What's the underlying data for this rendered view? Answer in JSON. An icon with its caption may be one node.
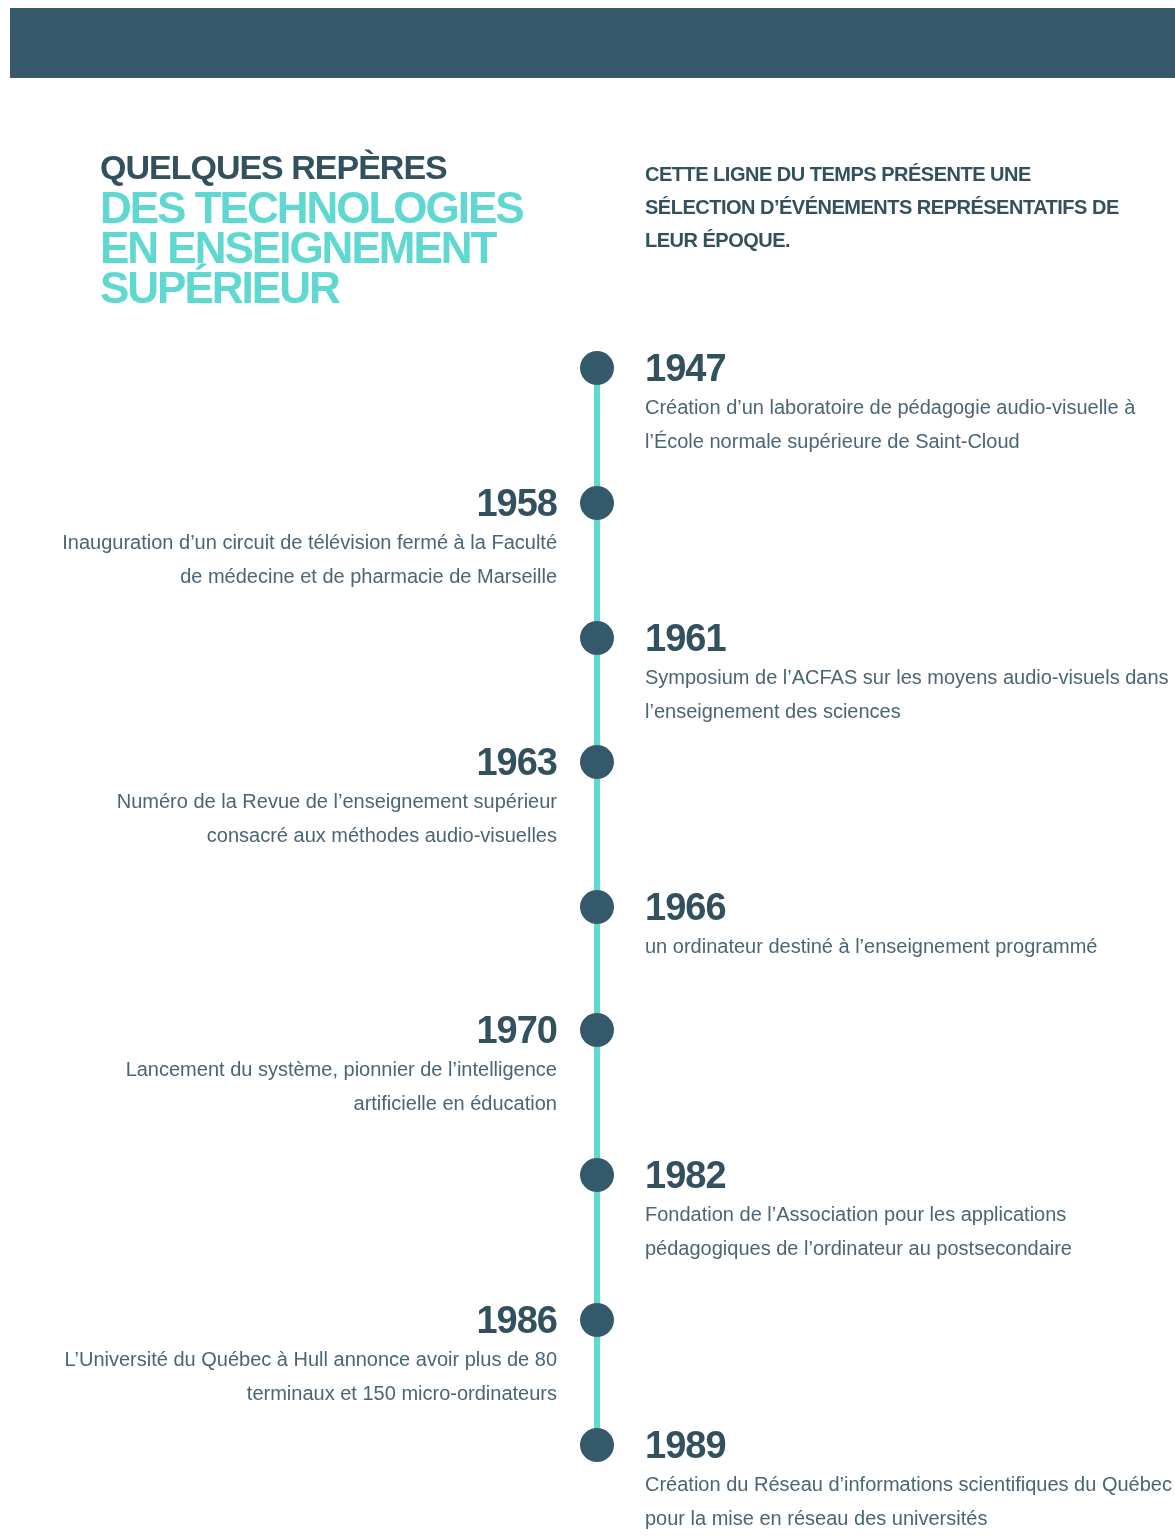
{
  "diagram": {
    "title": "QUELQUES REPÈRES",
    "nodes": [
      {
        "text": [],
        "shape": "circle",
        "beside": [
          "1947",
          "Création d’un laboratoire de pédagogie audio-visuelle à l’École normale supérieure de Saint-Cloud"
        ]
      },
      {
        "text": [],
        "shape": "circle",
        "beside": [
          "1958",
          "Inauguration d’un circuit de télévision fermé à la Faculté de médecine et de pharmacie de Marseille"
        ]
      },
      {
        "text": [],
        "shape": "circle",
        "beside": [
          "1961",
          "Symposium de l’ACFAS sur les moyens audio-visuels dans l’enseignement des sciences"
        ]
      },
      {
        "text": [],
        "shape": "circle",
        "beside": [
          "1963",
          "Numéro de la Revue de l’enseignement supérieur consacré aux méthodes audio-visuelles"
        ]
      },
      {
        "text": [],
        "shape": "circle",
        "beside": [
          "1966",
          "un ordinateur destiné à l’enseignement programmé"
        ]
      },
      {
        "text": [],
        "shape": "circle",
        "beside": [
          "1970",
          "Lancement du système, pionnier de l’intelligence artificielle en éducation"
        ]
      },
      {
        "text": [],
        "shape": "circle",
        "beside": [
          "1982",
          "Fondation de l’Association pour les applications pédagogiques de l’ordinateur au postsecondaire"
        ]
      },
      {
        "text": [],
        "shape": "circle",
        "beside": [
          "1986",
          "L’Université du Québec à Hull annonce avoir plus de 80 terminaux et 150 micro-ordinateurs"
        ]
      },
      {
        "text": [],
        "shape": "circle",
        "beside": [
          "1989",
          "Création du Réseau d’informations scientifiques du Québec pour la mise en réseau des universités"
        ]
      }
    ],
    "edges": [
      {
        "from": 0,
        "to": 1,
        "arrow": "none"
      },
      {
        "from": 1,
        "to": 2,
        "arrow": "none"
      },
      {
        "from": 2,
        "to": 3,
        "arrow": "none"
      },
      {
        "from": 3,
        "to": 4,
        "arrow": "none"
      },
      {
        "from": 4,
        "to": 5,
        "arrow": "none"
      },
      {
        "from": 5,
        "to": 6,
        "arrow": "none"
      },
      {
        "from": 6,
        "to": 7,
        "arrow": "none"
      },
      {
        "from": 7,
        "to": 8,
        "arrow": "none"
      }
    ],
    "labels": [
      "DES TECHNOLOGIES EN ENSEIGNEMENT SUPÉRIEUR",
      "CETTE LIGNE DU TEMPS PRÉSENTE UNE SÉLECTION D’ÉVÉNEMENTS REPRÉSENTATIFS DE LEUR ÉPOQUE."
    ]
  }
}
